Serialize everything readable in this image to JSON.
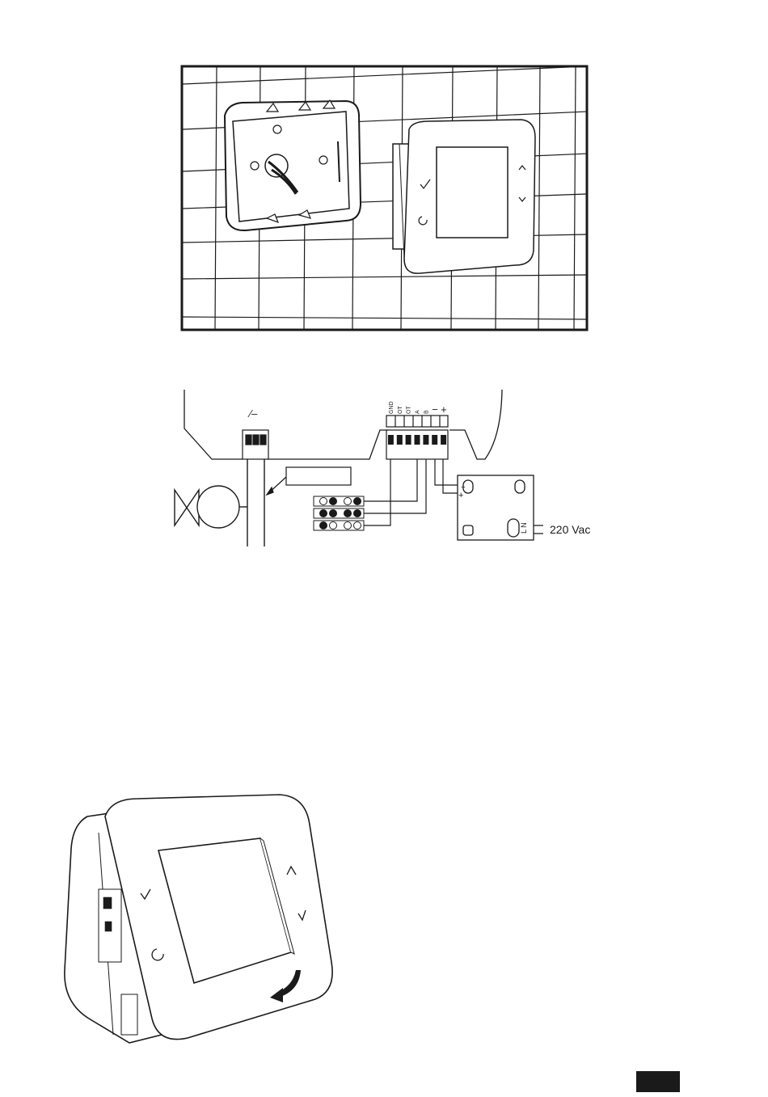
{
  "wiring": {
    "terminal_labels": [
      "GND",
      "OT",
      "OT",
      "A",
      "B",
      "−",
      "+"
    ],
    "relay_symbol": "⁄–",
    "psu_input_label": "L N",
    "psu_output_labels": [
      "−",
      "+"
    ],
    "supply_label": "220 Vac"
  },
  "device": {
    "buttons": [
      "check-icon",
      "back-icon",
      "up-chevron-icon",
      "down-chevron-icon"
    ],
    "install_arrow": "rotate-arrow-icon"
  },
  "colors": {
    "ink": "#1a1a1a",
    "paper": "#ffffff"
  }
}
